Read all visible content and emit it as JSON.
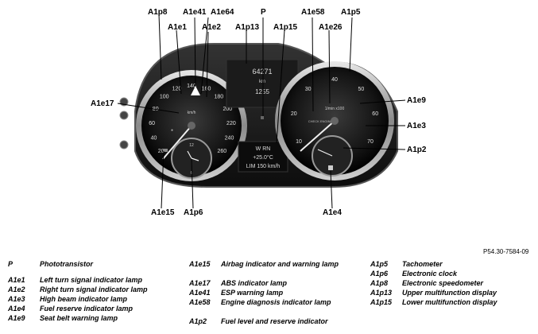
{
  "figure_ref": "P54.30-7584-09",
  "callouts": {
    "A1p8": "A1p8",
    "A1e1": "A1e1",
    "A1e41": "A1e41",
    "A1e64": "A1e64",
    "A1e2": "A1e2",
    "A1p13": "A1p13",
    "P": "P",
    "A1p15": "A1p15",
    "A1e58": "A1e58",
    "A1e26": "A1e26",
    "A1p5": "A1p5",
    "A1e17": "A1e17",
    "A1e9": "A1e9",
    "A1e3": "A1e3",
    "A1p2": "A1p2",
    "A1e15": "A1e15",
    "A1p6": "A1p6",
    "A1e4": "A1e4"
  },
  "display": {
    "odometer": "64271",
    "unit": "km",
    "trip": "1255",
    "warn": "W RN",
    "temp": "+25.0°C",
    "limit": "LIM 150 km/h",
    "speedo_unit": "km/h",
    "tacho_unit": "1/min x100",
    "engine_label": "CHECK ENGINE"
  },
  "speedo_ticks": [
    "20",
    "40",
    "60",
    "80",
    "100",
    "120",
    "140",
    "160",
    "180",
    "200",
    "220",
    "240",
    "260"
  ],
  "tacho_ticks": [
    "10",
    "20",
    "30",
    "40",
    "50",
    "60",
    "70"
  ],
  "legend": {
    "col1": [
      {
        "code": "P",
        "desc": "Phototransistor"
      },
      {
        "code": "A1e1",
        "desc": "Left turn signal indicator lamp"
      },
      {
        "code": "A1e2",
        "desc": "Right turn signal indicator lamp"
      },
      {
        "code": "A1e3",
        "desc": "High beam indicator lamp"
      },
      {
        "code": "A1e4",
        "desc": "Fuel reserve indicator lamp"
      },
      {
        "code": "A1e9",
        "desc": "Seat belt warning lamp"
      }
    ],
    "col2": [
      {
        "code": "A1e15",
        "desc": "Airbag indicator and warning lamp"
      },
      {
        "code": "A1e17",
        "desc": "ABS indicator lamp"
      },
      {
        "code": "A1e41",
        "desc": "ESP warning lamp"
      },
      {
        "code": "A1e58",
        "desc": "Engine diagnosis indicator lamp"
      },
      {
        "code": "A1p2",
        "desc": "Fuel level and reserve indicator"
      }
    ],
    "col3": [
      {
        "code": "A1p5",
        "desc": "Tachometer"
      },
      {
        "code": "A1p6",
        "desc": "Electronic clock"
      },
      {
        "code": "A1p8",
        "desc": "Electronic speedometer"
      },
      {
        "code": "A1p13",
        "desc": "Upper multifunction display"
      },
      {
        "code": "A1p15",
        "desc": "Lower multifunction display"
      }
    ]
  }
}
